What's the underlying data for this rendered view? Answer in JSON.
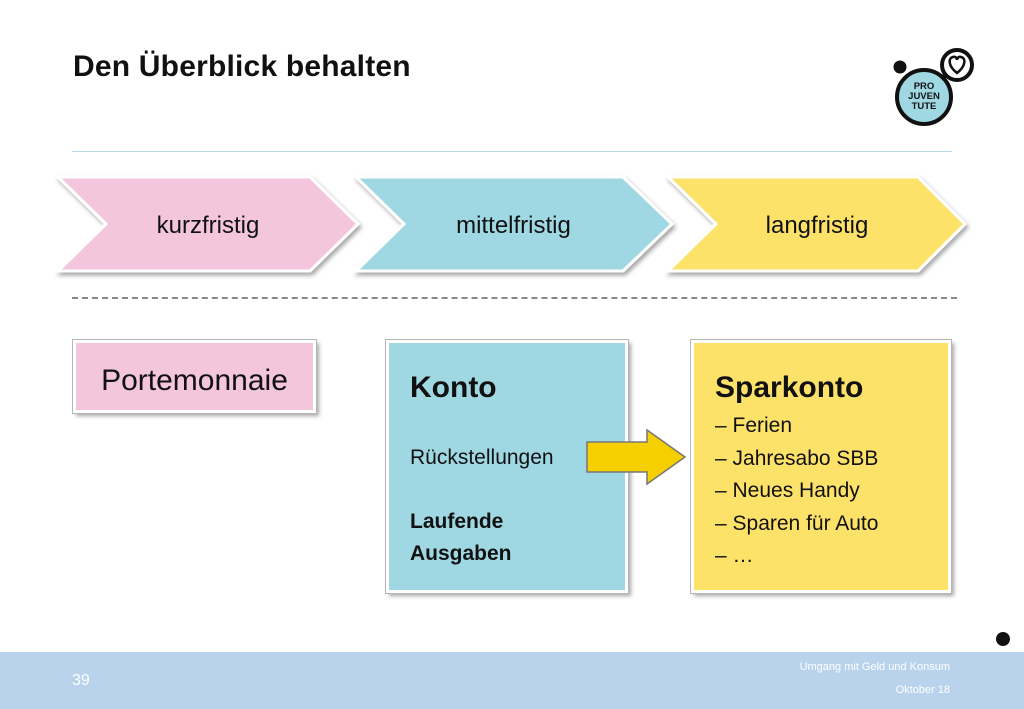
{
  "slide": {
    "title": "Den Überblick behalten"
  },
  "logo": {
    "lines": [
      "PRO",
      "JUVEN",
      "TUTE"
    ],
    "icon": "pro-juventute-logo"
  },
  "timeline": {
    "steps": [
      {
        "label": "kurzfristig",
        "color": "#f3c6dd"
      },
      {
        "label": "mittelfristig",
        "color": "#9fd8e3"
      },
      {
        "label": "langfristig",
        "color": "#fde26a"
      }
    ]
  },
  "boxes": {
    "portemonnaie": {
      "label": "Portemonnaie",
      "color": "#f3c6dd"
    },
    "konto": {
      "title": "Konto",
      "line1": "Rückstellungen",
      "line2": "Laufende",
      "line3": "Ausgaben",
      "color": "#9fd8e3"
    },
    "sparkonto": {
      "title": "Sparkonto",
      "items": [
        "– Ferien",
        "– Jahresabo SBB",
        "– Neues Handy",
        "– Sparen für Auto",
        "– …"
      ],
      "color": "#fde26a"
    }
  },
  "arrow": {
    "color": "#f5cf00"
  },
  "footer": {
    "page_number": "39",
    "subject": "Umgang mit Geld und Konsum",
    "date": "Oktober 18"
  }
}
